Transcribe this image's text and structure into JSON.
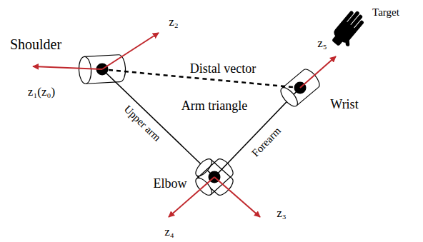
{
  "diagram": {
    "labels": [
      "Shoulder",
      "z₁(z₀)",
      "z₂",
      "Distal vector",
      "Arm triangle",
      "Upper arm",
      "Forearm",
      "Elbow",
      "z₃",
      "z₄",
      "Wrist",
      "z₅",
      "Target"
    ]
  }
}
